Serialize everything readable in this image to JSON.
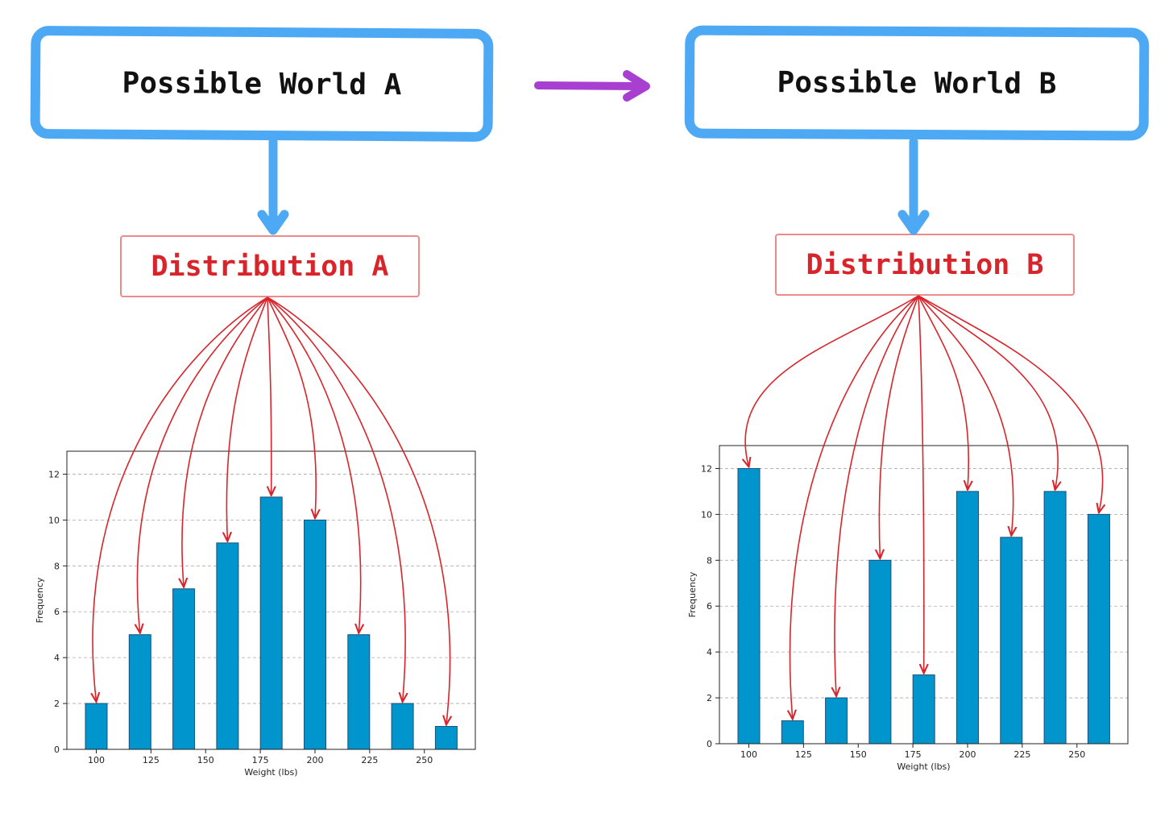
{
  "diagram": {
    "world_a_label": "Possible World A",
    "world_b_label": "Possible World B",
    "dist_a_label": "Distribution A",
    "dist_b_label": "Distribution B",
    "colors": {
      "world_border": "#4ea9f5",
      "transition_arrow": "#a93fd0",
      "dist_text": "#d8252b",
      "dist_border": "#ec8a8c",
      "curve_arrows": "#d8252b",
      "bar_fill": "#0095cc",
      "bar_edge": "#1f4f78"
    }
  },
  "chart_data": [
    {
      "type": "bar",
      "xlabel": "Weight (lbs)",
      "ylabel": "Frequency",
      "x_ticks": [
        "100",
        "125",
        "150",
        "175",
        "200",
        "225",
        "250"
      ],
      "y_ticks": [
        "0",
        "2",
        "4",
        "6",
        "8",
        "10",
        "12"
      ],
      "ylim": [
        0,
        13
      ],
      "grid": "y dashed",
      "values": [
        2,
        5,
        7,
        9,
        11,
        10,
        5,
        2,
        1
      ]
    },
    {
      "type": "bar",
      "xlabel": "Weight (lbs)",
      "ylabel": "Frequency",
      "x_ticks": [
        "100",
        "125",
        "150",
        "175",
        "200",
        "225",
        "250"
      ],
      "y_ticks": [
        "0",
        "2",
        "4",
        "6",
        "8",
        "10",
        "12"
      ],
      "ylim": [
        0,
        13
      ],
      "grid": "y dashed",
      "values": [
        12,
        1,
        2,
        8,
        3,
        11,
        9,
        11,
        10
      ]
    }
  ]
}
